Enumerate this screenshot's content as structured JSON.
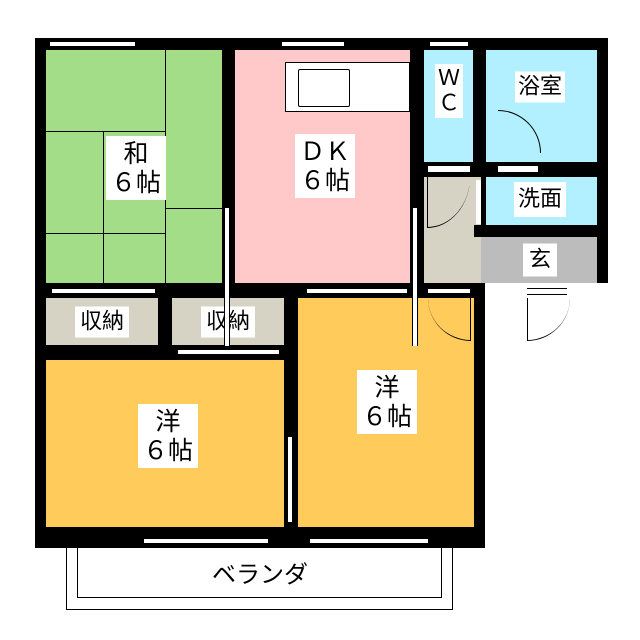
{
  "title": "間取り図",
  "rooms": {
    "washitsu": {
      "name": "和",
      "size": "6帖",
      "label": "和\n６帖"
    },
    "dk": {
      "name": "ＤＫ",
      "size": "6帖",
      "label": "ＤＫ\n６帖"
    },
    "wc": {
      "label": "Ｗ\nＣ"
    },
    "bath": {
      "label": "浴室"
    },
    "washroom": {
      "label": "洗面"
    },
    "entrance": {
      "label": "玄"
    },
    "storage1": {
      "label": "収納"
    },
    "storage2": {
      "label": "収納"
    },
    "western_left": {
      "name": "洋",
      "size": "6帖",
      "label": "洋\n６帖"
    },
    "western_right": {
      "name": "洋",
      "size": "6帖",
      "label": "洋\n６帖"
    },
    "veranda": {
      "label": "ベランダ"
    }
  },
  "colors": {
    "tatami": "#a3dd88",
    "dk": "#ffc9c9",
    "water": "#b3f0ff",
    "hall": "#d6d3c4",
    "entrance": "#bcbcbc",
    "storage": "#d6d3c4",
    "western": "#ffcc5c"
  }
}
